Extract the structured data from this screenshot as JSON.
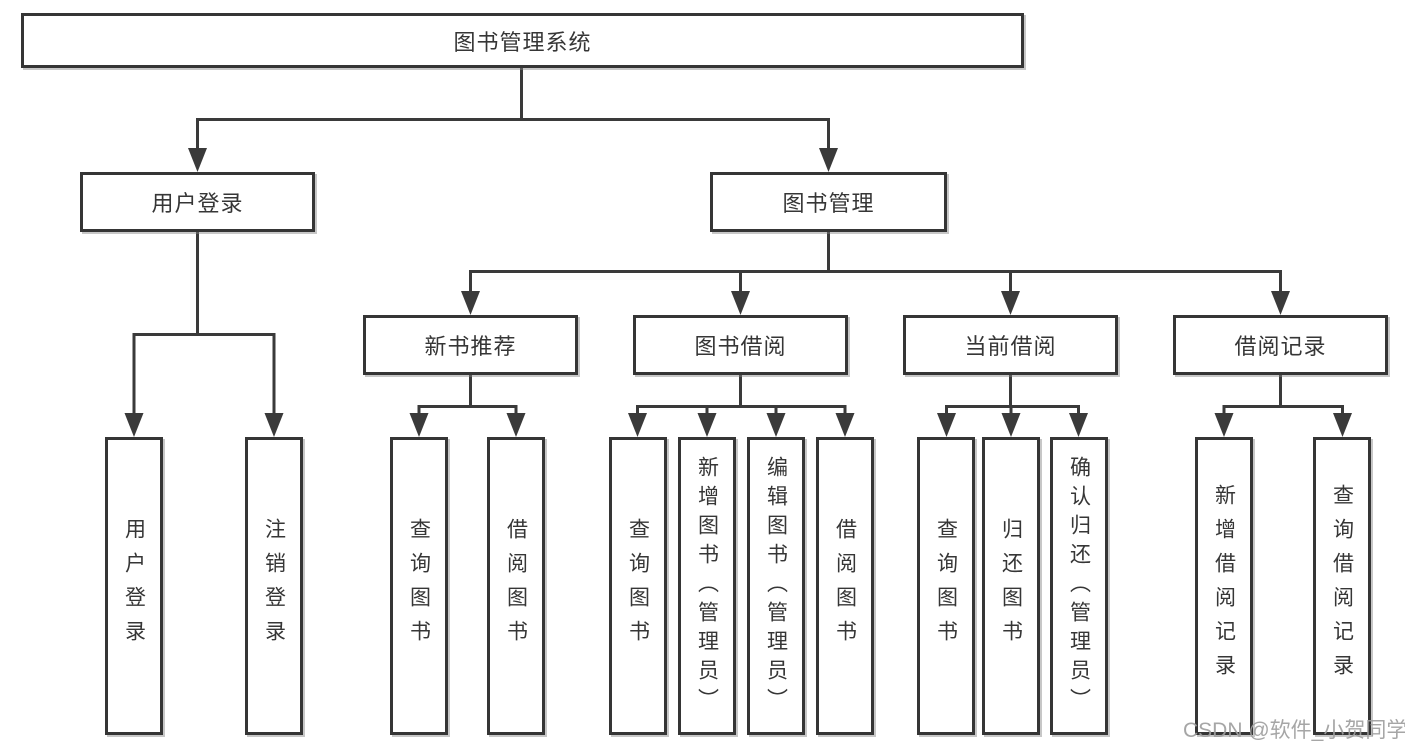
{
  "tree": {
    "root": {
      "label": "图书管理系统"
    },
    "level2": [
      {
        "label": "用户登录"
      },
      {
        "label": "图书管理"
      }
    ],
    "level3": [
      {
        "label": "新书推荐",
        "parent": "图书管理"
      },
      {
        "label": "图书借阅",
        "parent": "图书管理"
      },
      {
        "label": "当前借阅",
        "parent": "图书管理"
      },
      {
        "label": "借阅记录",
        "parent": "图书管理"
      }
    ],
    "leaves": [
      {
        "label": "用户登录",
        "parent": "用户登录"
      },
      {
        "label": "注销登录",
        "parent": "用户登录"
      },
      {
        "label": "查询图书",
        "parent": "新书推荐"
      },
      {
        "label": "借阅图书",
        "parent": "新书推荐"
      },
      {
        "label": "查询图书",
        "parent": "图书借阅"
      },
      {
        "label": "新增图书（管理员）",
        "parent": "图书借阅"
      },
      {
        "label": "编辑图书（管理员）",
        "parent": "图书借阅"
      },
      {
        "label": "借阅图书",
        "parent": "图书借阅"
      },
      {
        "label": "查询图书",
        "parent": "当前借阅"
      },
      {
        "label": "归还图书",
        "parent": "当前借阅"
      },
      {
        "label": "确认归还（管理员）",
        "parent": "当前借阅"
      },
      {
        "label": "新增借阅记录",
        "parent": "借阅记录"
      },
      {
        "label": "查询借阅记录",
        "parent": "借阅记录"
      }
    ]
  },
  "watermark": {
    "text": "CSDN @软件_小贺同学"
  },
  "colors": {
    "line": "#3a3a3a",
    "box_border": "#353535",
    "text": "#363636",
    "background": "#ffffff",
    "watermark": "#9e9e9e"
  }
}
